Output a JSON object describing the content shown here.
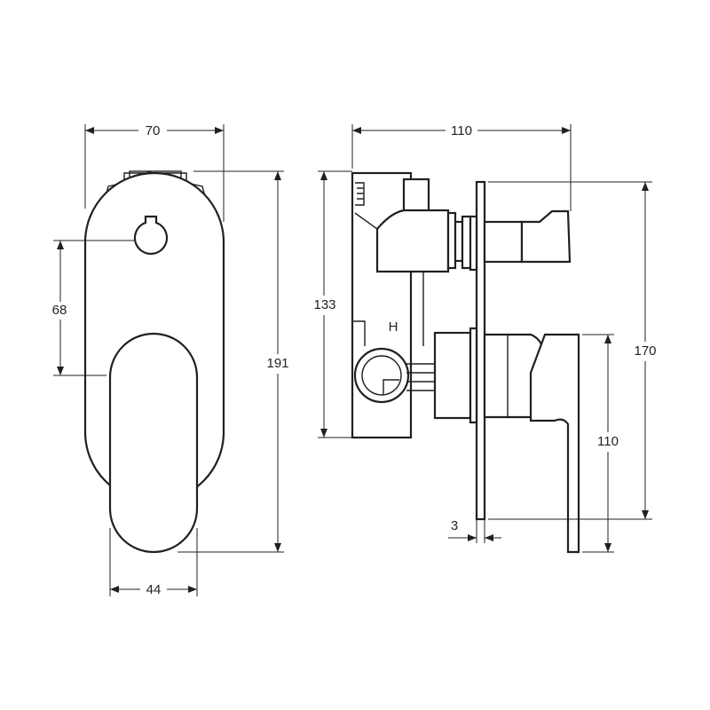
{
  "front_view": {
    "width_top": "70",
    "knob_to_lever": "68",
    "total_height": "191",
    "lever_width": "44"
  },
  "side_view": {
    "depth_total": "110",
    "body_height": "133",
    "hot_marker": "H",
    "plate_height": "170",
    "lever_height": "110",
    "plate_thickness": "3"
  }
}
